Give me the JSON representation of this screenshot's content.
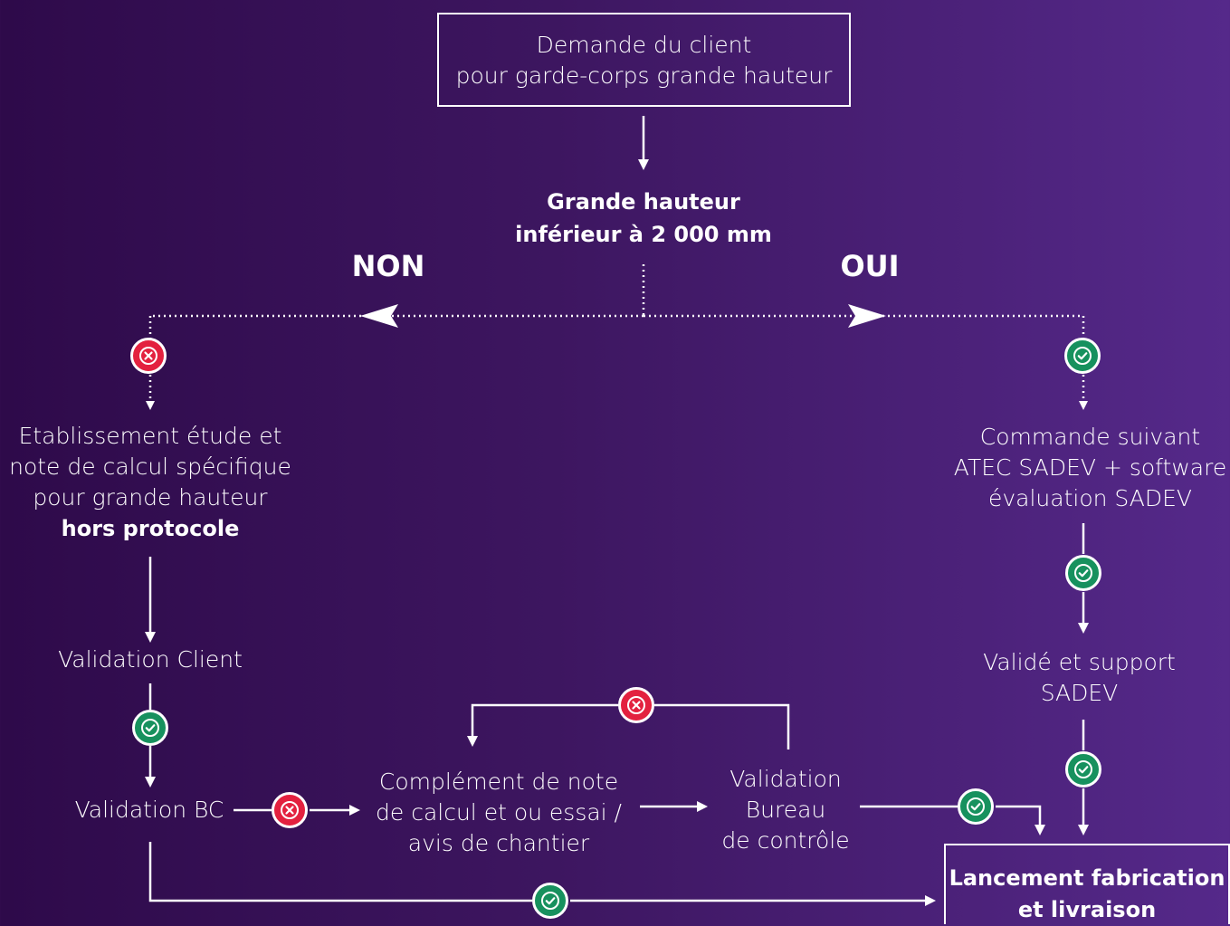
{
  "colors": {
    "reject": "#e3213f",
    "accept": "#17915e",
    "background_start": "#2e0a4a",
    "background_end": "#55298a"
  },
  "nodes": {
    "start": {
      "lines": [
        "Demande du client",
        "pour garde-corps grande hauteur"
      ]
    },
    "decision": {
      "lines": [
        "Grande hauteur",
        "inférieur à 2 000 mm"
      ]
    },
    "non_label": "NON",
    "oui_label": "OUI",
    "etude": {
      "lines": [
        "Etablissement étude et",
        "note de calcul spécifique",
        "pour grande hauteur"
      ],
      "bold_line": "hors protocole"
    },
    "validation_client": "Validation Client",
    "validation_bc": "Validation BC",
    "complement": {
      "lines": [
        "Complément de note",
        "de calcul et ou essai /",
        "avis de chantier"
      ]
    },
    "validation_bureau": {
      "lines": [
        "Validation",
        "Bureau",
        "de contrôle"
      ]
    },
    "commande": {
      "lines": [
        "Commande suivant",
        "ATEC SADEV + software",
        "évaluation SADEV"
      ]
    },
    "valide_support": {
      "lines": [
        "Validé et support",
        "SADEV"
      ]
    },
    "lancement": {
      "lines": [
        "Lancement fabrication",
        "et livraison"
      ]
    }
  },
  "badges": {
    "non_branch": "cross-icon",
    "oui_branch": "check-icon",
    "commande_to_valide": "check-icon",
    "valide_to_lancement": "check-icon",
    "client_to_bc": "check-icon",
    "bc_to_complement": "cross-icon",
    "bureau_loop_back": "cross-icon",
    "bureau_to_lancement": "check-icon",
    "bc_to_lancement": "check-icon"
  }
}
